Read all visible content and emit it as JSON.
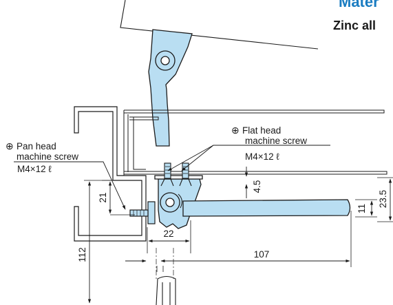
{
  "header": {
    "material_title": "Mater",
    "material_value": "Zinc all"
  },
  "colors": {
    "part_fill": "#b9def2",
    "line": "#1a1a1a",
    "header_blue": "#1a7cc1"
  },
  "callouts": {
    "pan_head": {
      "symbol": "⊕",
      "line1": "Pan head",
      "line2": "machine screw",
      "spec": "M4×12 ℓ"
    },
    "flat_head": {
      "symbol": "⊕",
      "line1": "Flat head",
      "line2": "machine screw",
      "spec": "M4×12 ℓ"
    }
  },
  "dimensions": {
    "d112": "112",
    "d21": "21",
    "d22": "22",
    "d107": "107",
    "d4_5": "4.5",
    "d11": "11",
    "d23_5": "23.5"
  }
}
